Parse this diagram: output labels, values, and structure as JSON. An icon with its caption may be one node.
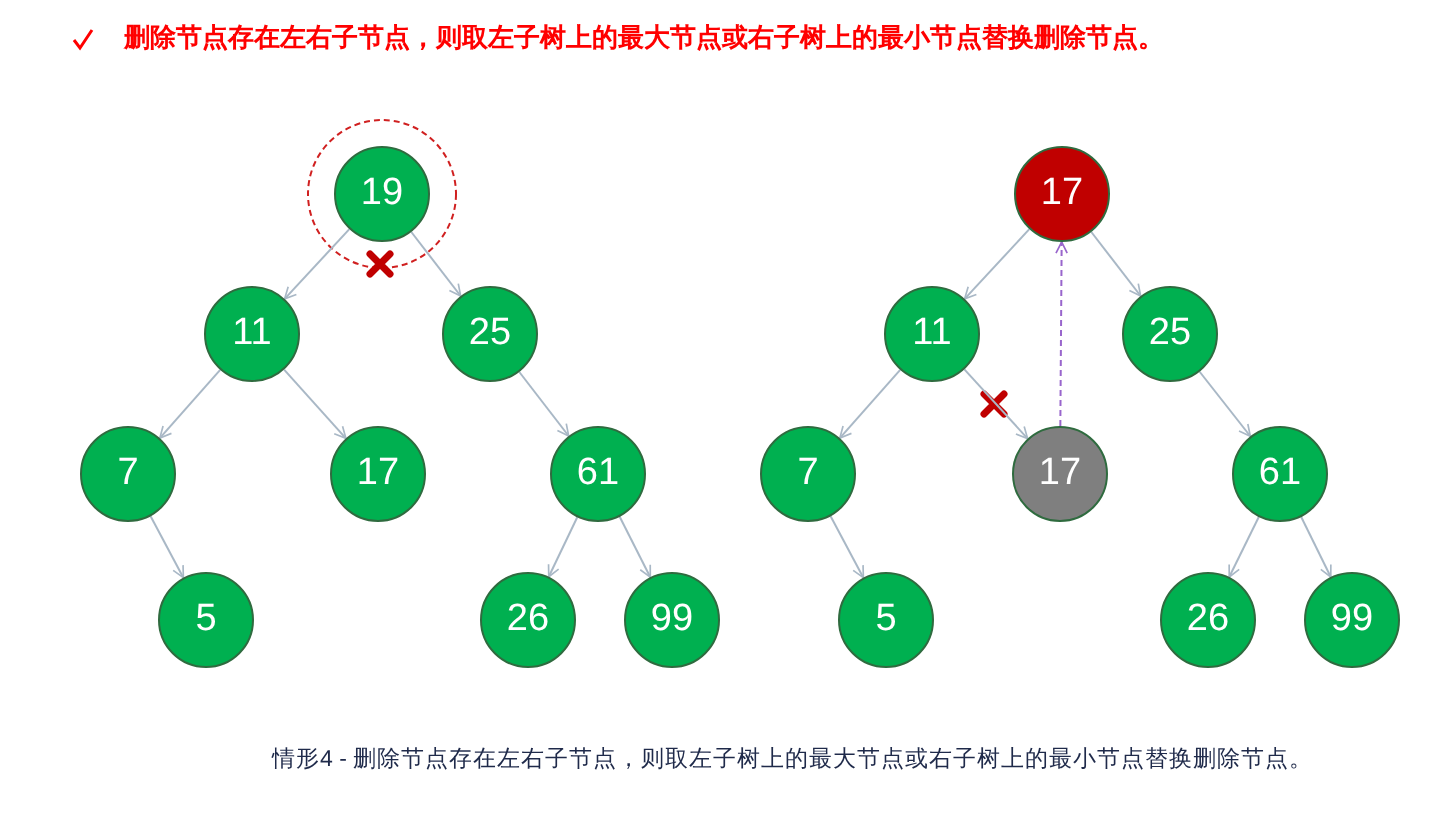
{
  "diagram": {
    "title": "删除节点存在左右子节点，则取左子树上的最大节点或右子树上的最小节点替换删除节点。",
    "caption": "情形4 - 删除节点存在左右子节点，则取左子树上的最大节点或右子树上的最小节点替换删除节点。",
    "nodes": [
      {
        "text": [
          "19"
        ]
      },
      {
        "text": [
          "11"
        ]
      },
      {
        "text": [
          "25"
        ]
      },
      {
        "text": [
          "7"
        ]
      },
      {
        "text": [
          "17"
        ]
      },
      {
        "text": [
          "61"
        ]
      },
      {
        "text": [
          "5"
        ]
      },
      {
        "text": [
          "26"
        ]
      },
      {
        "text": [
          "99"
        ]
      },
      {
        "text": [
          "17"
        ]
      },
      {
        "text": [
          "11"
        ]
      },
      {
        "text": [
          "25"
        ]
      },
      {
        "text": [
          "7"
        ]
      },
      {
        "text": [
          "17"
        ]
      },
      {
        "text": [
          "61"
        ]
      },
      {
        "text": [
          "5"
        ]
      },
      {
        "text": [
          "26"
        ]
      },
      {
        "text": [
          "99"
        ]
      }
    ],
    "edges": [
      {
        "from": 0,
        "to": 1,
        "arrow": "to"
      },
      {
        "from": 0,
        "to": 2,
        "arrow": "to"
      },
      {
        "from": 1,
        "to": 3,
        "arrow": "to"
      },
      {
        "from": 1,
        "to": 4,
        "arrow": "to"
      },
      {
        "from": 2,
        "to": 5,
        "arrow": "to"
      },
      {
        "from": 3,
        "to": 6,
        "arrow": "to"
      },
      {
        "from": 5,
        "to": 7,
        "arrow": "to"
      },
      {
        "from": 5,
        "to": 8,
        "arrow": "to"
      },
      {
        "from": 9,
        "to": 10,
        "arrow": "to"
      },
      {
        "from": 9,
        "to": 11,
        "arrow": "to"
      },
      {
        "from": 10,
        "to": 12,
        "arrow": "to"
      },
      {
        "from": 10,
        "to": 13,
        "arrow": "to"
      },
      {
        "from": 11,
        "to": 14,
        "arrow": "to"
      },
      {
        "from": 12,
        "to": 15,
        "arrow": "to"
      },
      {
        "from": 14,
        "to": 16,
        "arrow": "to"
      },
      {
        "from": 14,
        "to": 17,
        "arrow": "to"
      },
      {
        "from": 13,
        "to": 9,
        "arrow": "to",
        "style": "dashed",
        "color": "#9966cc"
      }
    ]
  }
}
